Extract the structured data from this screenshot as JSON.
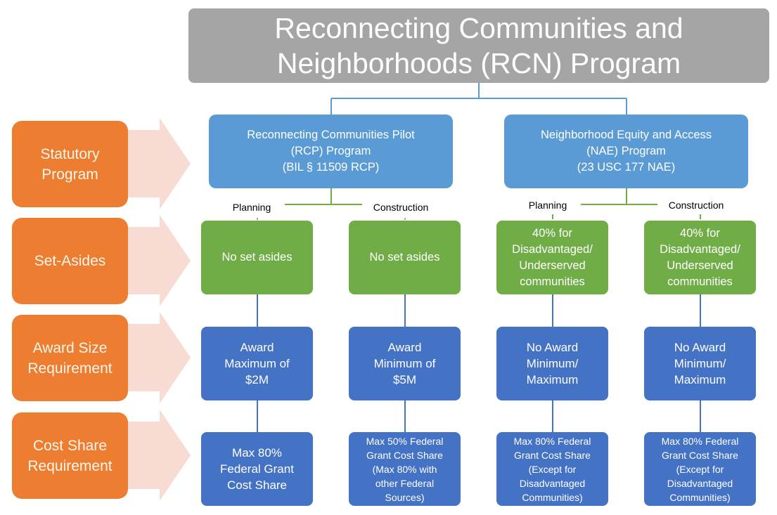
{
  "title": "Reconnecting Communities and\nNeighborhoods (RCN) Program",
  "row_labels": [
    "Statutory\nProgram",
    "Set-Asides",
    "Award Size\nRequirement",
    "Cost Share\nRequirement"
  ],
  "programs": [
    {
      "name": "Reconnecting Communities Pilot\n(RCP) Program\n(BIL § 11509 RCP)",
      "phases": [
        "Planning",
        "Construction"
      ]
    },
    {
      "name": "Neighborhood Equity and Access\n(NAE) Program\n(23 USC 177 NAE)",
      "phases": [
        "Planning",
        "Construction"
      ]
    }
  ],
  "columns": [
    {
      "program": "RCP",
      "phase": "Planning",
      "set_asides": "No set asides",
      "award_size": "Award\nMaximum of\n$2M",
      "cost_share": "Max 80%\nFederal Grant\nCost Share"
    },
    {
      "program": "RCP",
      "phase": "Construction",
      "set_asides": "No set asides",
      "award_size": "Award\nMinimum of\n$5M",
      "cost_share": "Max 50% Federal\nGrant Cost Share\n(Max 80% with\nother Federal\nSources)"
    },
    {
      "program": "NAE",
      "phase": "Planning",
      "set_asides": "40% for\nDisadvantaged/\nUnderserved\ncommunities",
      "award_size": "No Award\nMinimum/\nMaximum",
      "cost_share": "Max 80% Federal\nGrant Cost Share\n(Except for\nDisadvantaged\nCommunities)"
    },
    {
      "program": "NAE",
      "phase": "Construction",
      "set_asides": "40% for\nDisadvantaged/\nUnderserved\ncommunities",
      "award_size": "No Award\nMinimum/\nMaximum",
      "cost_share": "Max 80% Federal\nGrant Cost Share\n(Except for\nDisadvantaged\nCommunities)"
    }
  ],
  "colors": {
    "title_bg": "#A5A5A5",
    "row_label_orange": "#ED7D31",
    "arrow_pink": "#F8DBD2",
    "program_blue": "#5B9BD5",
    "requirement_blue": "#4472C4",
    "set_aside_green": "#70AD47"
  }
}
